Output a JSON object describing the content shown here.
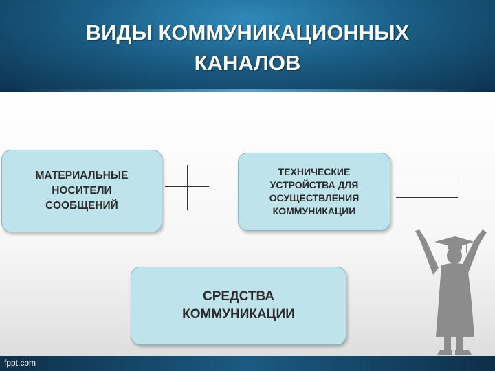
{
  "slide": {
    "title_lines": [
      "ВИДЫ КОММУНИКАЦИОННЫХ",
      "КАНАЛОВ"
    ],
    "boxes": {
      "material": [
        "МАТЕРИАЛЬНЫЕ",
        "НОСИТЕЛИ",
        "СООБЩЕНИЙ"
      ],
      "technical": [
        "ТЕХНИЧЕСКИЕ",
        "УСТРОЙСТВА ДЛЯ",
        "ОСУЩЕСТВЛЕНИЯ",
        "КОММУНИКАЦИИ"
      ],
      "means": [
        "СРЕДСТВА",
        "КОММУНИКАЦИИ"
      ]
    },
    "footer_text": "fppt.com"
  },
  "colors": {
    "header_blue": "#1b5e86",
    "box_fill": "#bfe3ea",
    "box_border": "#8ab7c2",
    "figure_gray": "#8c8c8c"
  },
  "icons": {
    "graduate": "graduate-silhouette-icon"
  }
}
